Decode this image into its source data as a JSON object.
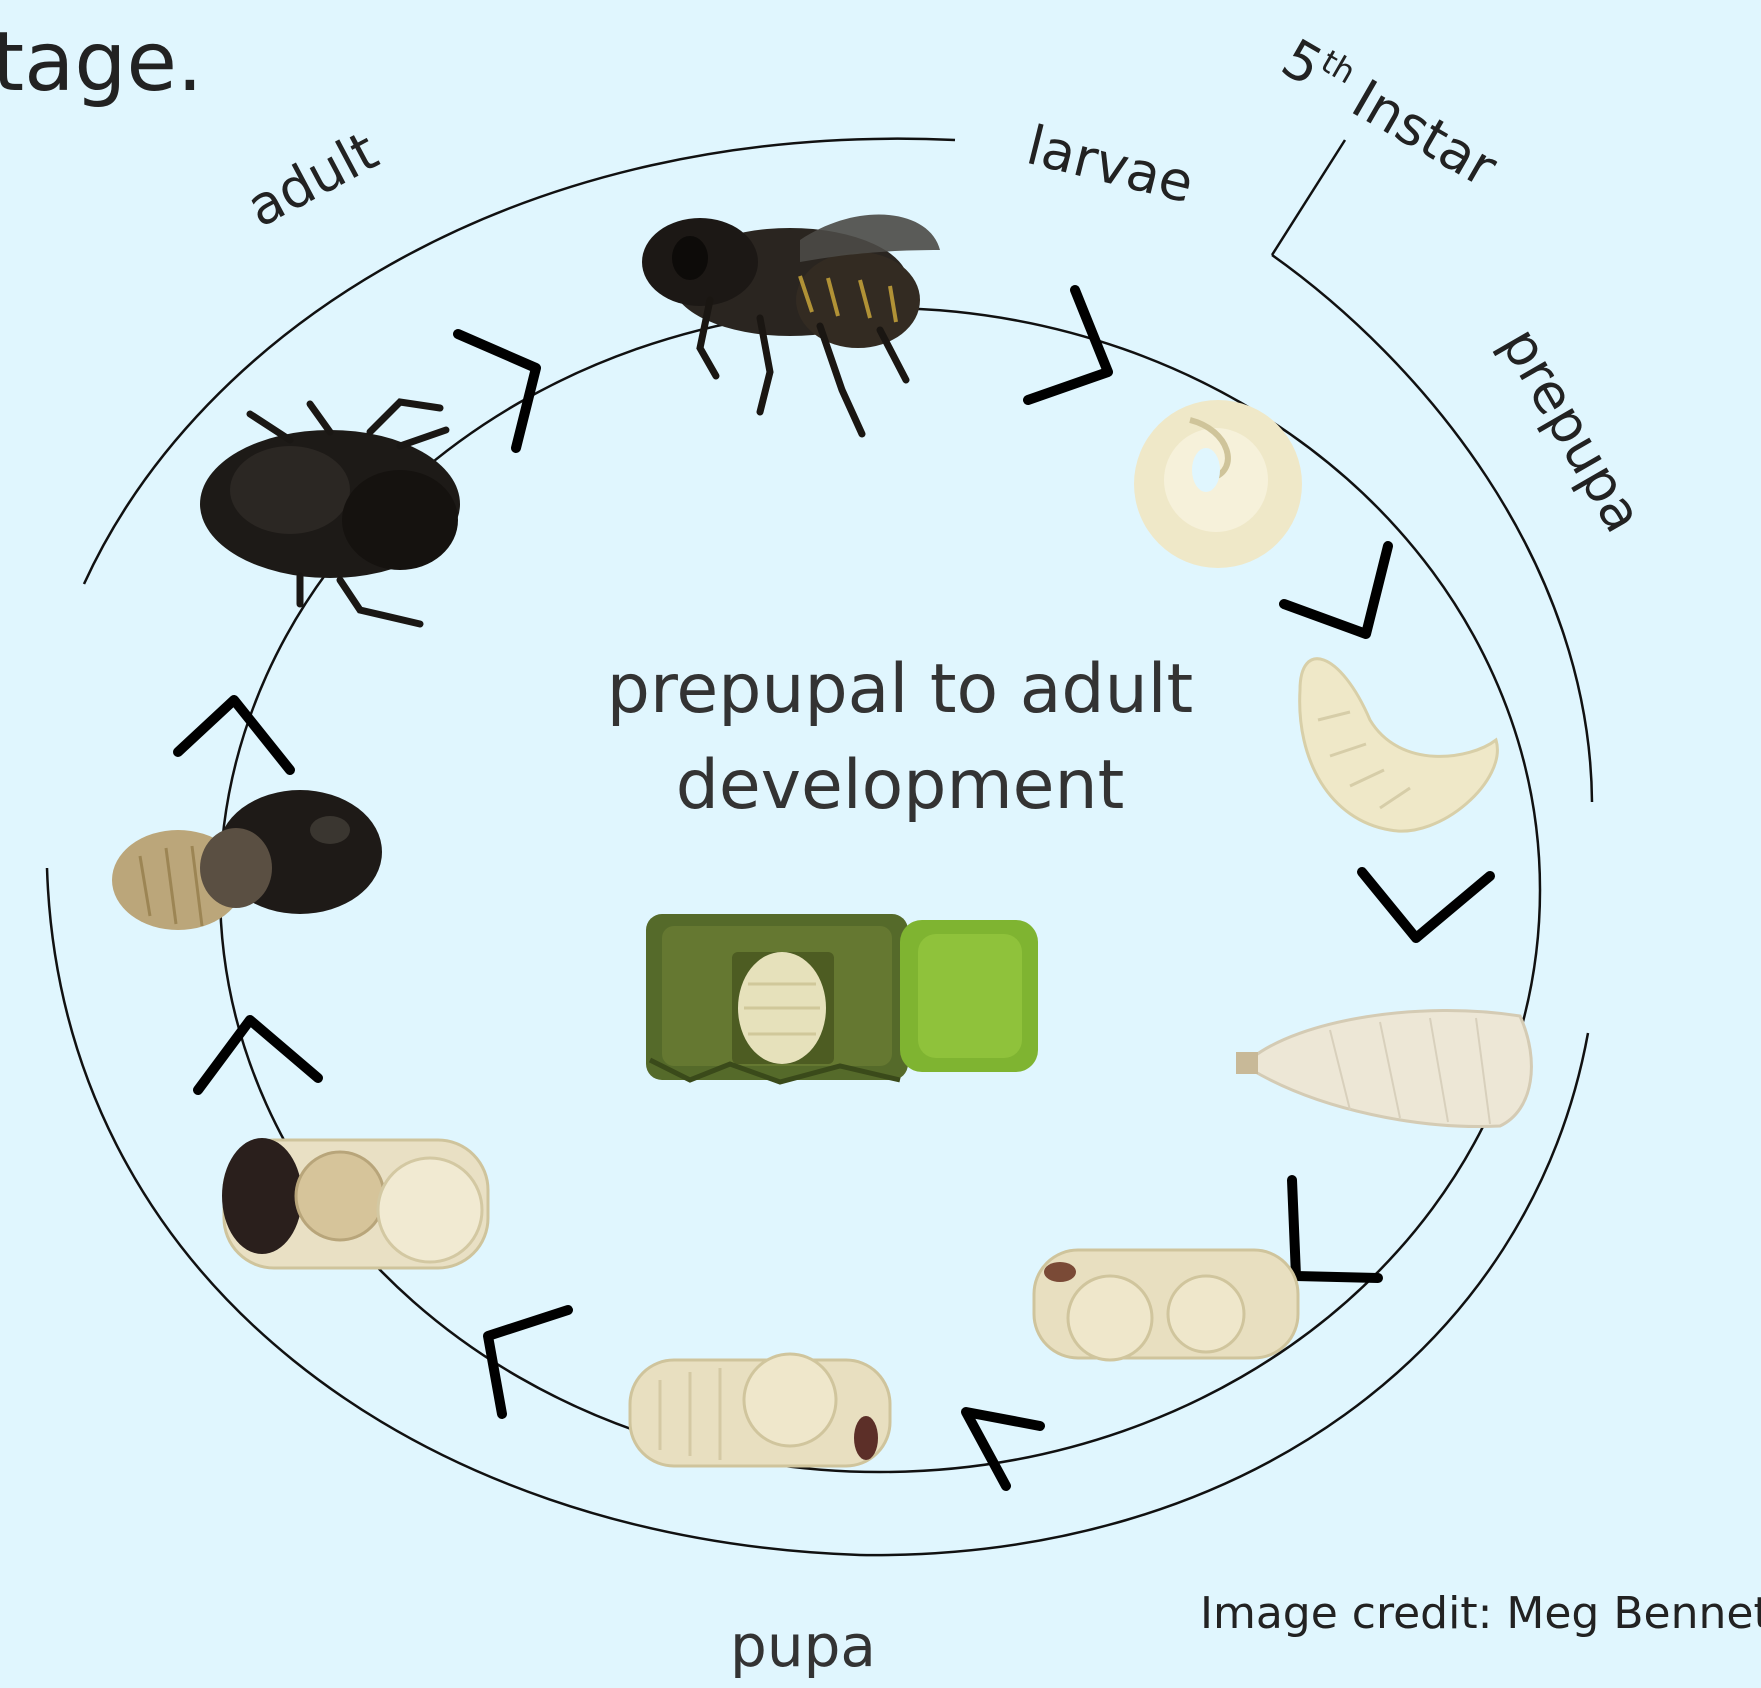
{
  "heading_fragment": "tage.",
  "center": {
    "line1": "prepupal to adult",
    "line2": "development"
  },
  "stages": {
    "adult": "adult",
    "larvae": "larvae",
    "fifth_instar_num": "5",
    "fifth_instar_sup": "th",
    "fifth_instar_word": "Instar",
    "prepupa": "prepupa",
    "pupa": "pupa"
  },
  "credit": "Image credit: Meg Bennet",
  "colors": {
    "background": "#e0f6fe",
    "line": "#111111",
    "larva": "#efe8c8",
    "pupa": "#e8dfc0",
    "adult_bee": "#1e1a16",
    "nest_plug": "#6a9a2a"
  },
  "icons": [
    "adult-bee-icon",
    "larva-icon",
    "prepupa-icon",
    "pupa-icon",
    "nest-cocoon-icon",
    "cycle-arrow-icon"
  ]
}
